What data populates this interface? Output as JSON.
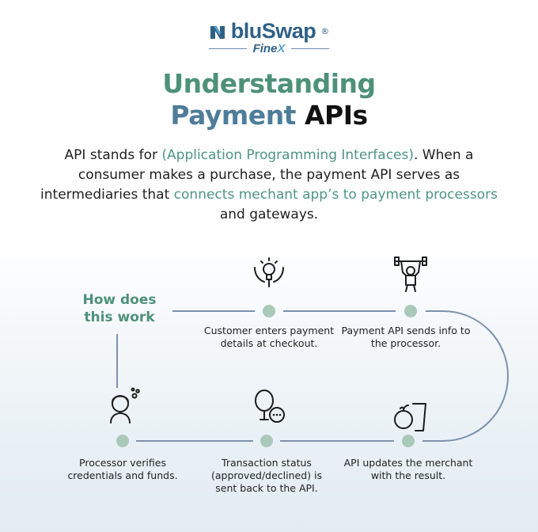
{
  "logo": {
    "brand": "bluSwap",
    "reg": "®",
    "sub_main": "Fine",
    "sub_x": "X"
  },
  "title": {
    "w1": "Understanding",
    "w2": "Payment",
    "w3": "APIs"
  },
  "intro": {
    "p1": "API stands for ",
    "h1": "(Application Programming Interfaces)",
    "p2": ". When a consumer makes a purchase, the payment API serves as intermediaries that ",
    "h2": "connects mechant app’s to payment processors",
    "p3": " and gateways."
  },
  "flow": {
    "heading": "How does this work",
    "steps": [
      {
        "icon": "lightbulb-hands-icon",
        "label": "Customer enters payment details at checkout."
      },
      {
        "icon": "weightlifter-icon",
        "label": "Payment API sends info to the processor."
      },
      {
        "icon": "fruit-jar-icon",
        "label": "API updates the merchant with the result."
      },
      {
        "icon": "mirror-chat-icon",
        "label": "Transaction status (approved/declined) is sent back to the API."
      },
      {
        "icon": "thinking-woman-icon",
        "label": "Processor verifies credentials and funds."
      }
    ]
  },
  "colors": {
    "green": "#4e9179",
    "blue": "#4d7d9a",
    "line": "#7d90ad",
    "dot": "#a9c9b9"
  }
}
